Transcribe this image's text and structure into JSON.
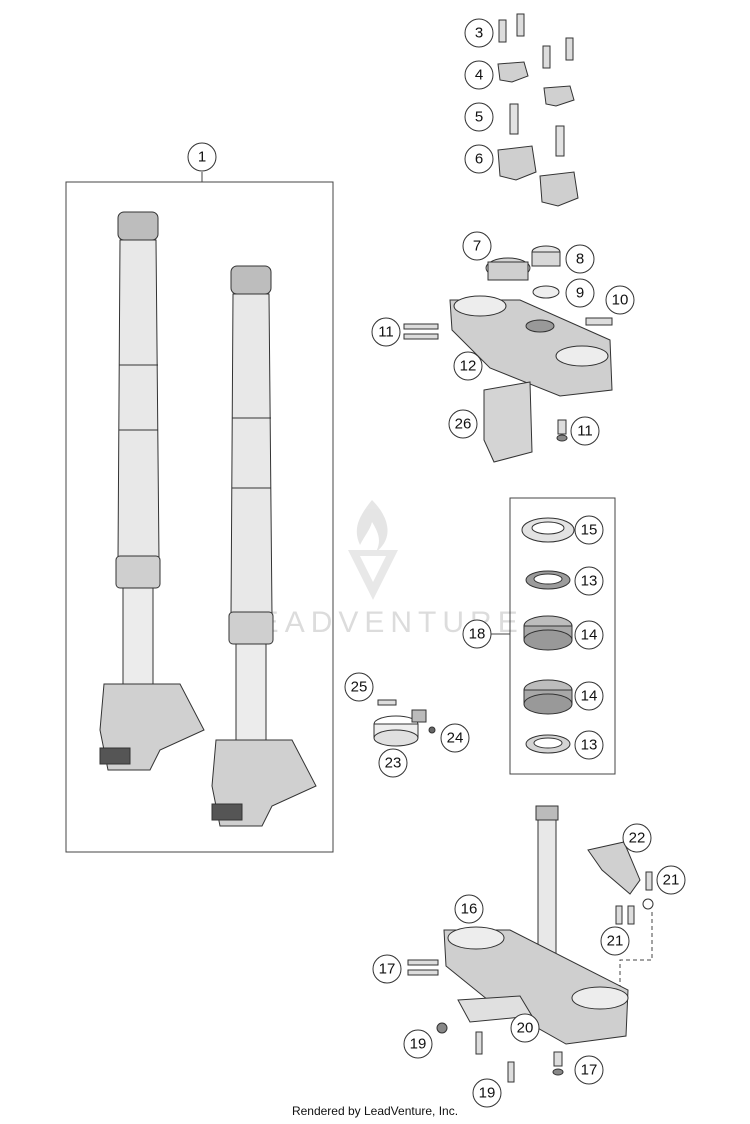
{
  "watermark": {
    "text": "LEADVENTURE"
  },
  "footer": {
    "text": "Rendered by LeadVenture, Inc."
  },
  "callouts": {
    "c1": "1",
    "c3": "3",
    "c4": "4",
    "c5": "5",
    "c6": "6",
    "c7": "7",
    "c8": "8",
    "c9": "9",
    "c10": "10",
    "c11a": "11",
    "c11b": "11",
    "c12": "12",
    "c26": "26",
    "c15": "15",
    "c13a": "13",
    "c14a": "14",
    "c14b": "14",
    "c13b": "13",
    "c18": "18",
    "c25": "25",
    "c24": "24",
    "c23": "23",
    "c22": "22",
    "c21a": "21",
    "c21b": "21",
    "c16": "16",
    "c17a": "17",
    "c19a": "19",
    "c20": "20",
    "c17b": "17",
    "c19b": "19"
  },
  "colors": {
    "part_fill": "#d6d6d6",
    "part_dark": "#9a9a9a",
    "line": "#333333"
  }
}
